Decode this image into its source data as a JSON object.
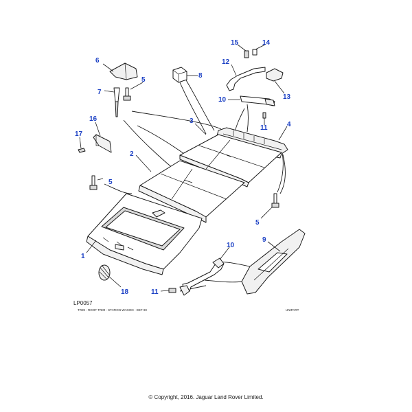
{
  "diagram": {
    "drawing_code": "LP0057",
    "drawing_title": "TRIM - ROOF TRIM - STATION WAGON - DEF 90",
    "source_tag": "UNIPART",
    "copyright": "© Copyright, 2016. Jaguar Land Rover Limited.",
    "callouts": [
      "1",
      "2",
      "3",
      "4",
      "5",
      "5",
      "5",
      "6",
      "7",
      "8",
      "9",
      "10",
      "10",
      "11",
      "11",
      "12",
      "13",
      "14",
      "15",
      "16",
      "17",
      "18"
    ],
    "colors": {
      "callout": "#1a3fc4",
      "linework": "#1a1a1a",
      "background": "#ffffff"
    }
  }
}
